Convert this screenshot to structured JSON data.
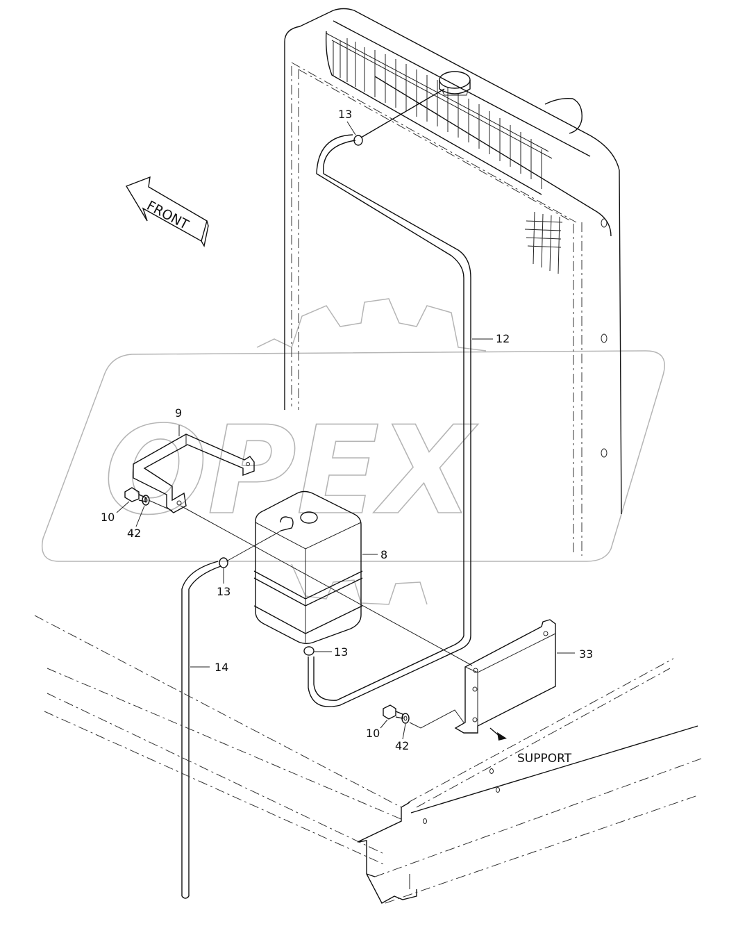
{
  "diagram": {
    "front_label": "FRONT",
    "support_label": "SUPPORT",
    "watermark": "OPEX",
    "part_labels": {
      "hose_top_clamp": "13",
      "hose_12": "12",
      "bracket_9": "9",
      "bolt_left": "10",
      "washer_left": "42",
      "tank_8": "8",
      "clamp_tank_left": "13",
      "clamp_tank_bottom": "13",
      "hose_14": "14",
      "plate_33": "33",
      "bolt_right": "10",
      "washer_right": "42"
    }
  }
}
